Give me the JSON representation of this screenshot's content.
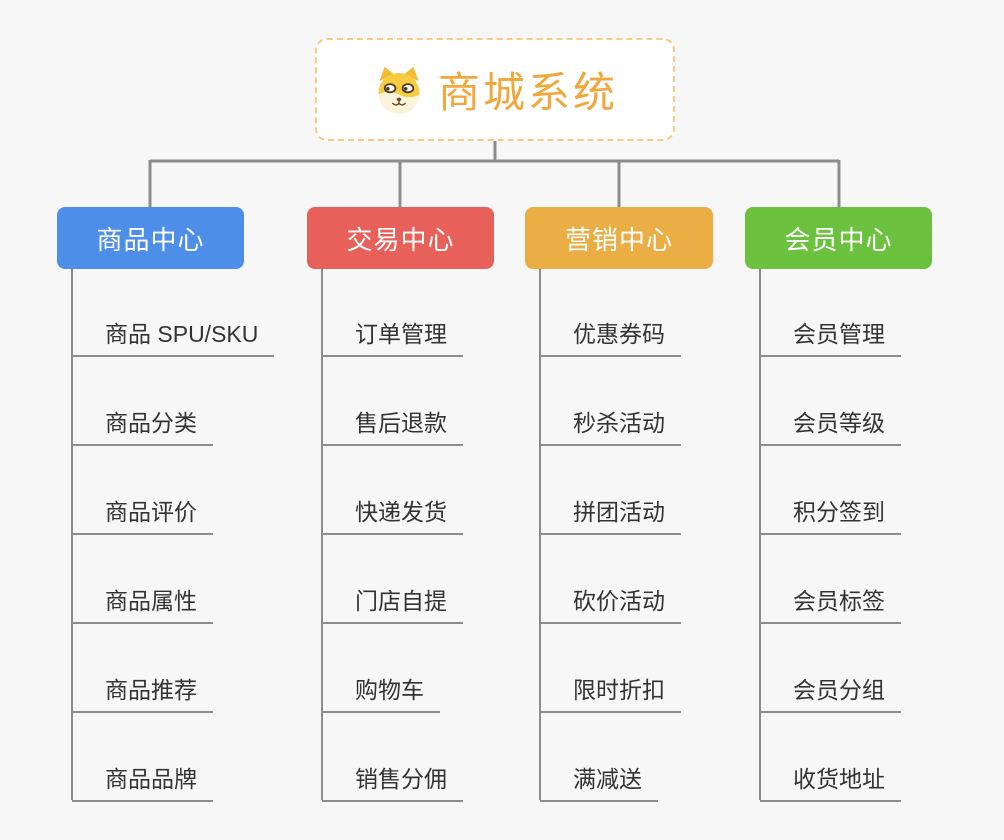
{
  "page": {
    "background": "#F7F7F7"
  },
  "root": {
    "title": "商城系统",
    "icon": "doge-icon",
    "text_color": "#F0A83C",
    "border_color": "#F7CB81"
  },
  "connector_color": "#8C8C8C",
  "branches": [
    {
      "label": "商品中心",
      "color": "#4D8FE8",
      "children": [
        "商品 SPU/SKU",
        "商品分类",
        "商品评价",
        "商品属性",
        "商品推荐",
        "商品品牌"
      ]
    },
    {
      "label": "交易中心",
      "color": "#E8605A",
      "children": [
        "订单管理",
        "售后退款",
        "快递发货",
        "门店自提",
        "购物车",
        "销售分佣"
      ]
    },
    {
      "label": "营销中心",
      "color": "#EBAE45",
      "children": [
        "优惠券码",
        "秒杀活动",
        "拼团活动",
        "砍价活动",
        "限时折扣",
        "满减送"
      ]
    },
    {
      "label": "会员中心",
      "color": "#6CC13E",
      "children": [
        "会员管理",
        "会员等级",
        "积分签到",
        "会员标签",
        "会员分组",
        "收货地址"
      ]
    }
  ]
}
